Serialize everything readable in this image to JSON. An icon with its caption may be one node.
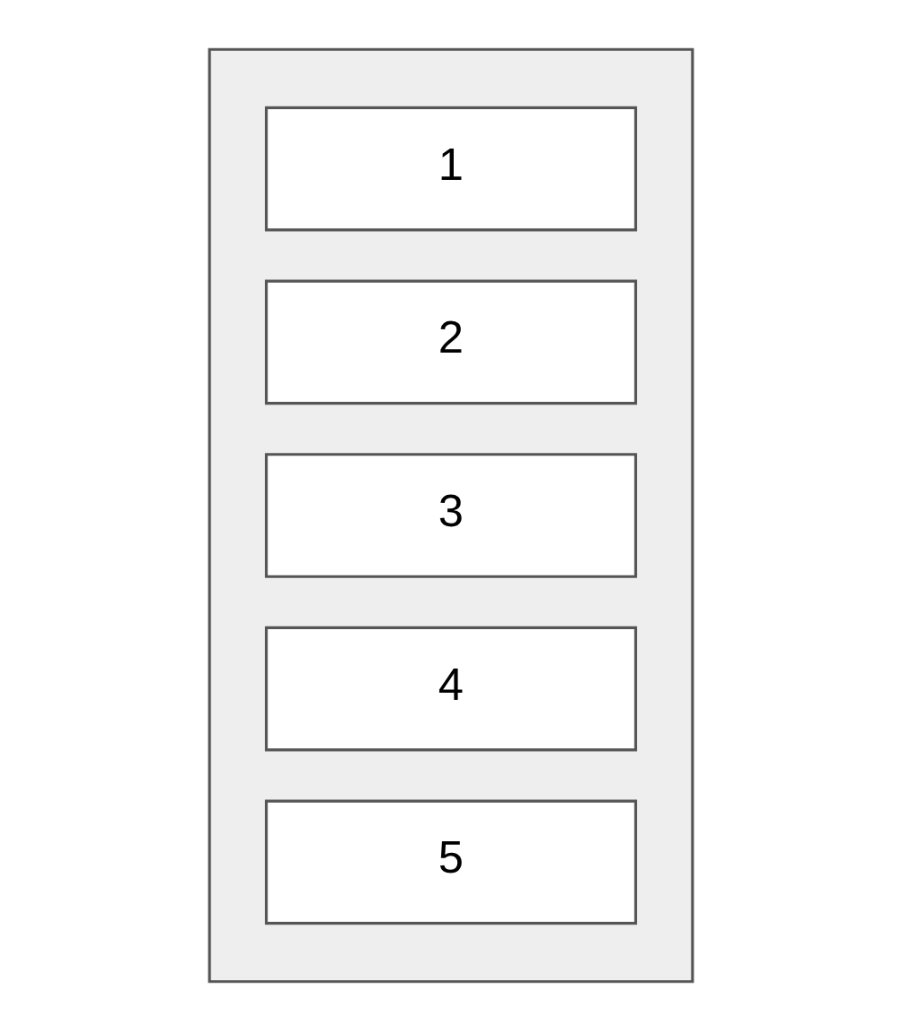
{
  "diagram": {
    "nodes": [
      {
        "text": [],
        "shape": "box"
      },
      {
        "text": [
          "1"
        ],
        "in": 0
      },
      {
        "text": [
          "2"
        ],
        "in": 0
      },
      {
        "text": [
          "3"
        ],
        "in": 0
      },
      {
        "text": [
          "4"
        ],
        "in": 0
      },
      {
        "text": [
          "5"
        ],
        "in": 0
      }
    ],
    "edges": []
  }
}
